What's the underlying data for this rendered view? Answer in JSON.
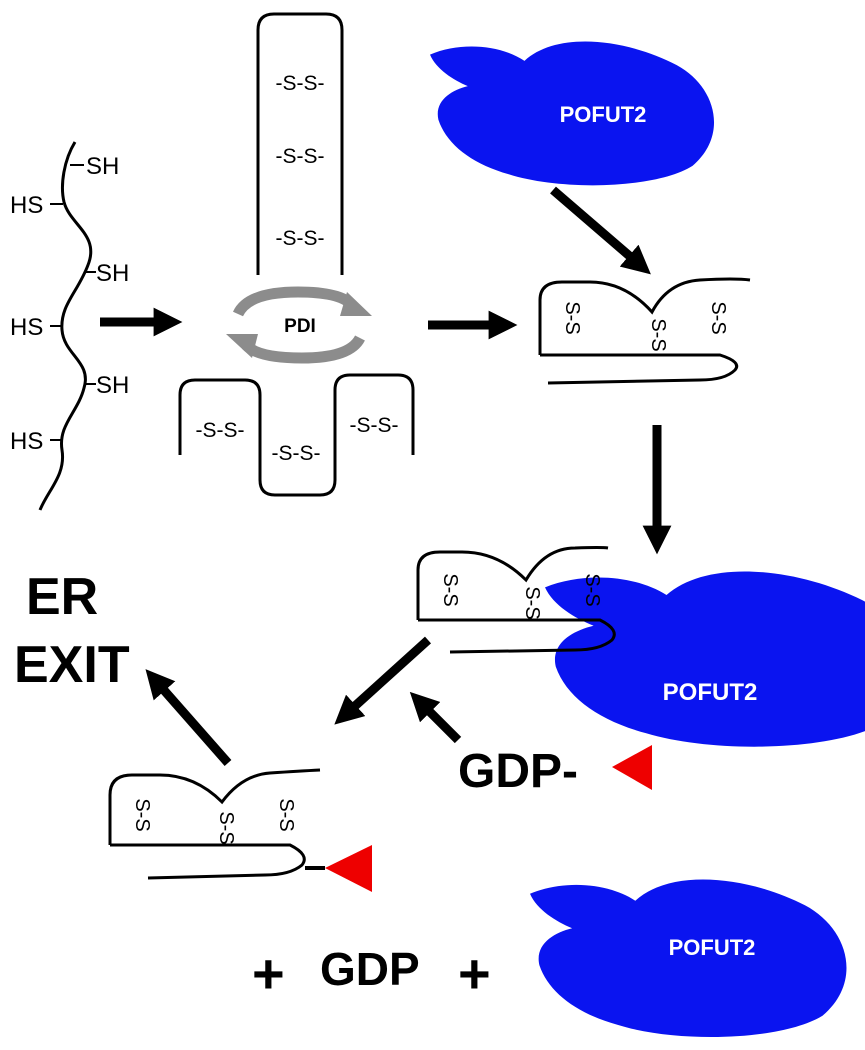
{
  "enzyme_label": "POFUT2",
  "pdi_label": "PDI",
  "sh_label": "SH",
  "hs_label": "HS",
  "disulfide_label": "S-S",
  "disulfide_dashed_label": "-S-S-",
  "er_exit": [
    "ER",
    "EXIT"
  ],
  "donor_label": "GDP-",
  "products": {
    "plus_left": "+",
    "gdp": "GDP",
    "plus_right": "+"
  },
  "colors": {
    "enzyme": "#0a14f0",
    "fucose": "#ee0000",
    "pdi_arrows": "#8c8c8c",
    "stroke": "#000000"
  }
}
